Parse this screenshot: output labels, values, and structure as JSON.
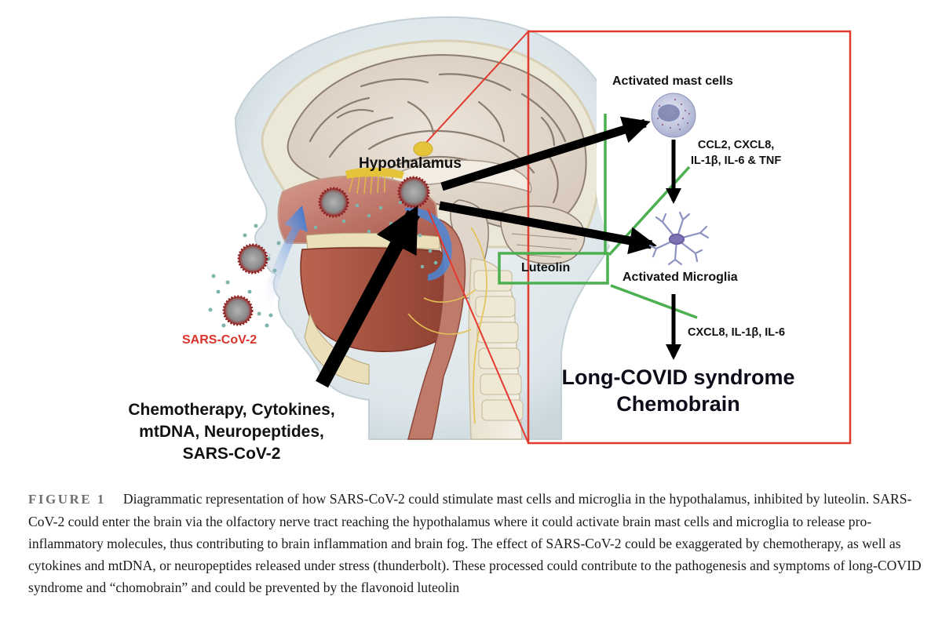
{
  "figure": {
    "labels": {
      "hypothalamus": "Hypothalamus",
      "sars_cov_2": "SARS-CoV-2",
      "activated_mast_cells": "Activated mast cells",
      "mast_cell_mediators_line1": "CCL2, CXCL8,",
      "mast_cell_mediators_line2": "IL-1β, IL-6 & TNF",
      "luteolin": "Luteolin",
      "activated_microglia": "Activated Microglia",
      "microglia_mediators": "CXCL8, IL-1β, IL-6",
      "outcome_line1": "Long-COVID syndrome",
      "outcome_line2": "Chemobrain",
      "triggers_line1": "Chemotherapy, Cytokines,",
      "triggers_line2": "mtDNA, Neuropeptides,",
      "triggers_line3": "SARS-CoV-2"
    },
    "colors": {
      "highlight_box": "#e23a2e",
      "inhibition_lines": "#4caf50",
      "arrows": "#000000",
      "sars_label": "#d9342b",
      "hypothalamus_node": "#e5c43a"
    }
  },
  "caption": {
    "figure_number": "FIGURE 1",
    "text": "Diagrammatic representation of how SARS-CoV-2 could stimulate mast cells and microglia in the hypothalamus, inhibited by luteolin. SARS-CoV-2 could enter the brain via the olfactory nerve tract reaching the hypothalamus where it could activate brain mast cells and microglia to release pro-inflammatory molecules, thus contributing to brain inflammation and brain fog. The effect of SARS-CoV-2 could be exaggerated by chemotherapy, as well as cytokines and mtDNA, or neuropeptides released under stress (thunderbolt). These processed could contribute to the pathogenesis and symptoms of long-COVID syndrome and “chomobrain” and could be prevented by the flavonoid luteolin"
  }
}
